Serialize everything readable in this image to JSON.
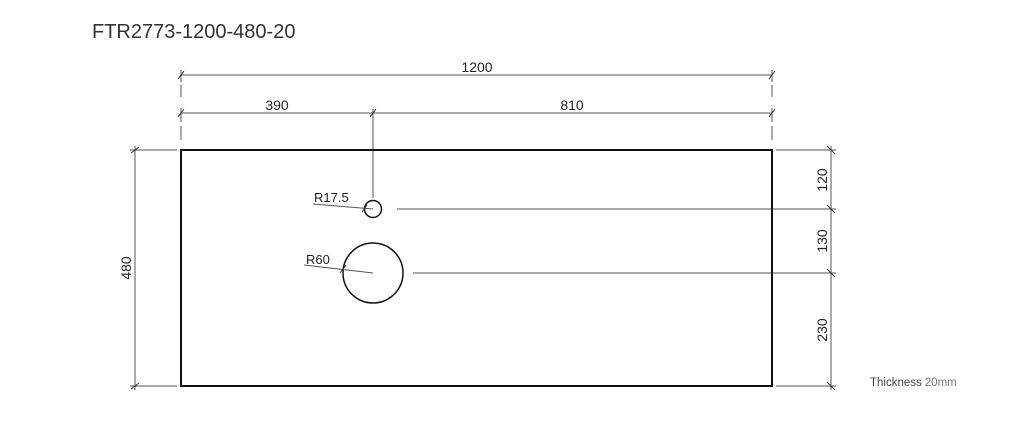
{
  "title": "FTR2773-1200-480-20",
  "dimensions": {
    "overall_width": "1200",
    "left_offset": "390",
    "right_offset": "810",
    "overall_depth": "480",
    "top_to_small_hole": "120",
    "small_to_large_hole": "130",
    "large_hole_to_bottom": "230"
  },
  "holes": {
    "small_radius": "R17.5",
    "large_radius": "R60"
  },
  "thickness": {
    "label": "Thickness",
    "value": "20mm"
  }
}
